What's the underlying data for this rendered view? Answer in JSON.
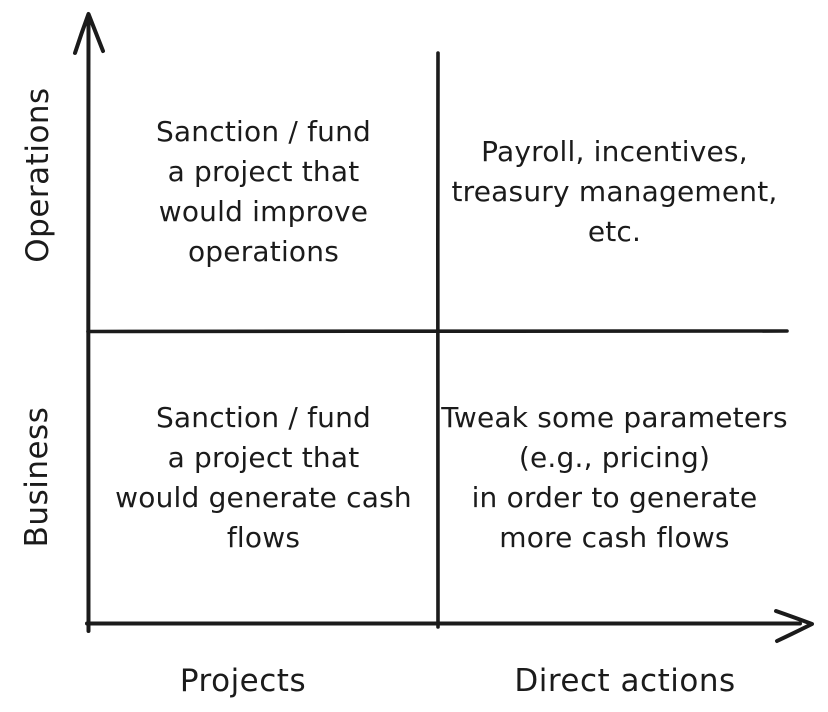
{
  "diagram": {
    "type": "quadrant-matrix",
    "colors": {
      "ink": "#1b1b1b",
      "background": "#ffffff"
    },
    "y_axis": {
      "top_label": "Operations",
      "bottom_label": "Business"
    },
    "x_axis": {
      "left_label": "Projects",
      "right_label": "Direct actions"
    },
    "quadrants": {
      "top_left": {
        "lines": [
          "Sanction / fund",
          "a project that",
          "would improve",
          "operations"
        ]
      },
      "top_right": {
        "lines": [
          "Payroll, incentives,",
          "treasury management,",
          "etc."
        ]
      },
      "bottom_left": {
        "lines": [
          "Sanction / fund",
          "a project that",
          "would generate cash",
          "flows"
        ]
      },
      "bottom_right": {
        "lines": [
          "Tweak some parameters",
          "(e.g., pricing)",
          "in order to generate",
          "more cash flows"
        ]
      }
    }
  }
}
